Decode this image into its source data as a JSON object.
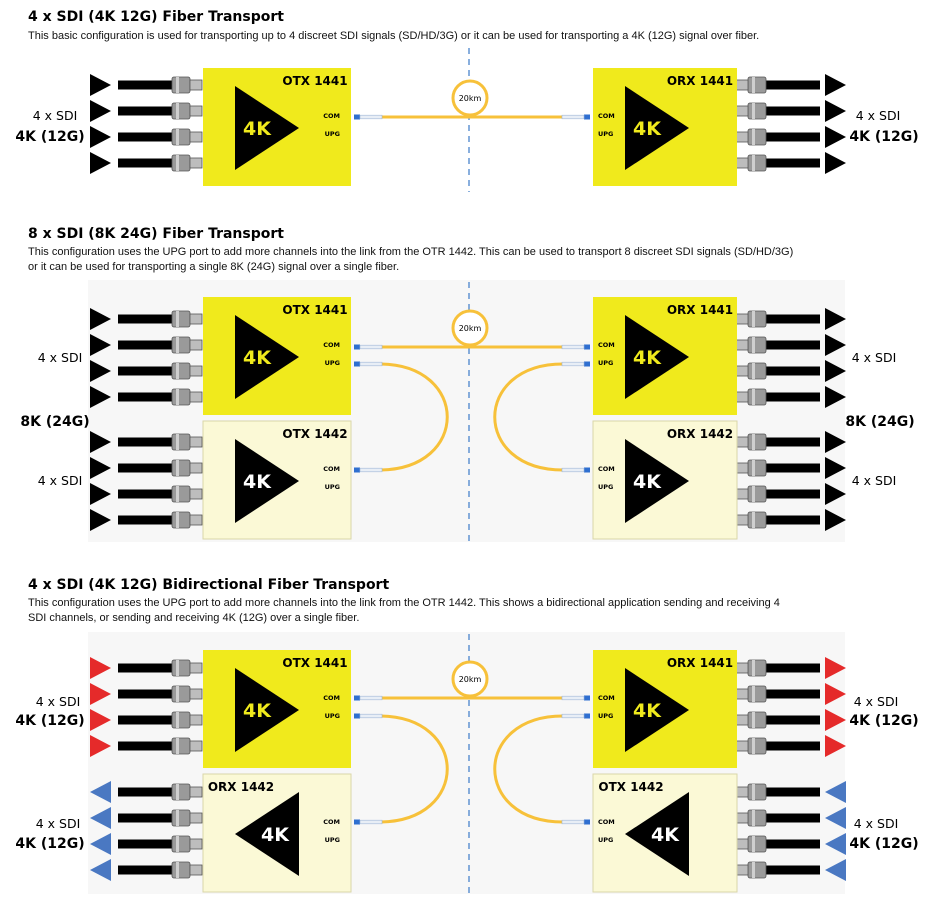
{
  "colors": {
    "yellow": "#f0ea1c",
    "pale": "#fbf9d6",
    "fiber": "#f7c13a",
    "red": "#e52a2a",
    "blue": "#4a78c2",
    "black": "#000000",
    "divider": "#3b7ac9"
  },
  "icons": {
    "signal_in": "black-triangle-arrow-icon",
    "tx_signal": "red-triangle-arrow-icon",
    "rx_signal": "blue-triangle-arrow-icon",
    "bnc": "bnc-connector-icon",
    "fiber_connector": "lc-fiber-connector-icon"
  },
  "sections": [
    {
      "title": "4 x SDI (4K 12G) Fiber Transport",
      "description": [
        "This basic configuration is used for transporting up to 4 discreet SDI signals (SD/HD/3G) or it can be used for transporting a 4K (12G) signal over fiber."
      ],
      "left_label_1": "4 x SDI",
      "left_label_2": "4K (12G)",
      "right_label_1": "4 x SDI",
      "right_label_2": "4K (12G)",
      "left_upper_module": {
        "name": "OTX 1441",
        "symbol": "4K",
        "port_com": "COM",
        "port_upg": "UPG"
      },
      "right_upper_module": {
        "name": "ORX 1441",
        "symbol": "4K",
        "port_com": "COM",
        "port_upg": "UPG"
      },
      "spool_label": "20km"
    },
    {
      "title": "8 x SDI (8K 24G) Fiber Transport",
      "description": [
        "This configuration uses the UPG port to add more channels into the link from the OTR 1442. This can be used to transport 8 discreet SDI signals (SD/HD/3G)",
        "or it can be used for transporting a single 8K (24G) signal over a single fiber."
      ],
      "left_label_upper": "4 x SDI",
      "left_label_big": "8K (24G)",
      "left_label_lower": "4 x SDI",
      "right_label_upper": "4 x SDI",
      "right_label_big": "8K (24G)",
      "right_label_lower": "4 x SDI",
      "left_upper_module": {
        "name": "OTX 1441",
        "symbol": "4K",
        "port_com": "COM",
        "port_upg": "UPG"
      },
      "left_lower_module": {
        "name": "OTX 1442",
        "symbol": "4K",
        "port_com": "COM",
        "port_upg": "UPG"
      },
      "right_upper_module": {
        "name": "ORX 1441",
        "symbol": "4K",
        "port_com": "COM",
        "port_upg": "UPG"
      },
      "right_lower_module": {
        "name": "ORX 1442",
        "symbol": "4K",
        "port_com": "COM",
        "port_upg": "UPG"
      },
      "spool_label": "20km"
    },
    {
      "title": "4 x SDI (4K 12G) Bidirectional Fiber Transport",
      "description": [
        "This configuration uses the UPG port to add more channels into the link from the OTR 1442. This shows a bidirectional application sending and receiving 4",
        "SDI channels, or sending and receiving 4K (12G) over a single fiber."
      ],
      "left_upper_label_1": "4 x SDI",
      "left_upper_label_2": "4K (12G)",
      "left_lower_label_1": "4 x SDI",
      "left_lower_label_2": "4K (12G)",
      "right_upper_label_1": "4 x SDI",
      "right_upper_label_2": "4K (12G)",
      "right_lower_label_1": "4 x SDI",
      "right_lower_label_2": "4K (12G)",
      "left_upper_module": {
        "name": "OTX 1441",
        "symbol": "4K",
        "port_com": "COM",
        "port_upg": "UPG"
      },
      "left_lower_module": {
        "name": "ORX 1442",
        "symbol": "4K",
        "port_com": "COM",
        "port_upg": "UPG"
      },
      "right_upper_module": {
        "name": "ORX 1441",
        "symbol": "4K",
        "port_com": "COM",
        "port_upg": "UPG"
      },
      "right_lower_module": {
        "name": "OTX 1442",
        "symbol": "4K",
        "port_com": "COM",
        "port_upg": "UPG"
      },
      "spool_label": "20km"
    }
  ]
}
